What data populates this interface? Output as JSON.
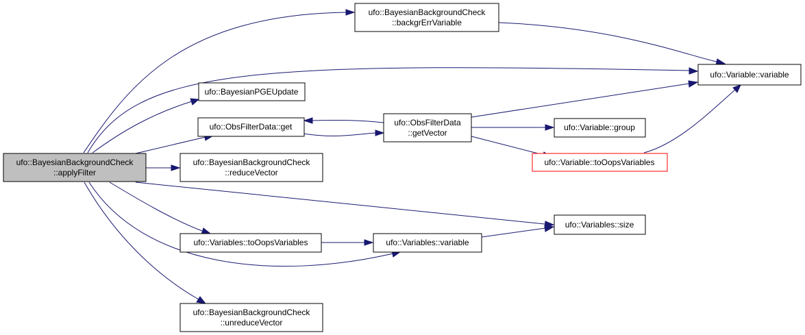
{
  "diagram": {
    "colors": {
      "edge": "#191970",
      "root_fill": "#bfbfbf",
      "node_fill": "#ffffff",
      "node_border": "#000000",
      "highlight_border": "#ff0000"
    },
    "nodes": {
      "applyFilter": {
        "lines": [
          "ufo::BayesianBackgroundCheck",
          "::applyFilter"
        ],
        "style": "root"
      },
      "backgrErrVariable": {
        "lines": [
          "ufo::BayesianBackgroundCheck",
          "::backgrErrVariable"
        ]
      },
      "variableVariable": {
        "lines": [
          "ufo::Variable::variable"
        ]
      },
      "pgeUpdate": {
        "lines": [
          "ufo::BayesianPGEUpdate"
        ]
      },
      "obsGet": {
        "lines": [
          "ufo::ObsFilterData::get"
        ]
      },
      "getVector": {
        "lines": [
          "ufo::ObsFilterData",
          "::getVector"
        ]
      },
      "variableGroup": {
        "lines": [
          "ufo::Variable::group"
        ]
      },
      "variableToOops": {
        "lines": [
          "ufo::Variable::toOopsVariables"
        ],
        "style": "red"
      },
      "reduceVector": {
        "lines": [
          "ufo::BayesianBackgroundCheck",
          "::reduceVector"
        ]
      },
      "variablesSize": {
        "lines": [
          "ufo::Variables::size"
        ]
      },
      "variablesToOops": {
        "lines": [
          "ufo::Variables::toOopsVariables"
        ]
      },
      "variablesVariable": {
        "lines": [
          "ufo::Variables::variable"
        ]
      },
      "unreduceVector": {
        "lines": [
          "ufo::BayesianBackgroundCheck",
          "::unreduceVector"
        ]
      }
    },
    "edges": [
      {
        "from": "applyFilter",
        "to": "backgrErrVariable"
      },
      {
        "from": "applyFilter",
        "to": "variableVariable"
      },
      {
        "from": "applyFilter",
        "to": "pgeUpdate"
      },
      {
        "from": "applyFilter",
        "to": "obsGet"
      },
      {
        "from": "applyFilter",
        "to": "reduceVector"
      },
      {
        "from": "applyFilter",
        "to": "variablesSize"
      },
      {
        "from": "applyFilter",
        "to": "variablesToOops"
      },
      {
        "from": "applyFilter",
        "to": "variablesVariable"
      },
      {
        "from": "applyFilter",
        "to": "unreduceVector"
      },
      {
        "from": "backgrErrVariable",
        "to": "variableVariable"
      },
      {
        "from": "obsGet",
        "to": "getVector"
      },
      {
        "from": "getVector",
        "to": "obsGet"
      },
      {
        "from": "getVector",
        "to": "variableVariable"
      },
      {
        "from": "getVector",
        "to": "variableGroup"
      },
      {
        "from": "getVector",
        "to": "variableToOops"
      },
      {
        "from": "variableToOops",
        "to": "variableVariable"
      },
      {
        "from": "variablesToOops",
        "to": "variablesVariable"
      },
      {
        "from": "variablesVariable",
        "to": "variablesSize"
      }
    ]
  }
}
